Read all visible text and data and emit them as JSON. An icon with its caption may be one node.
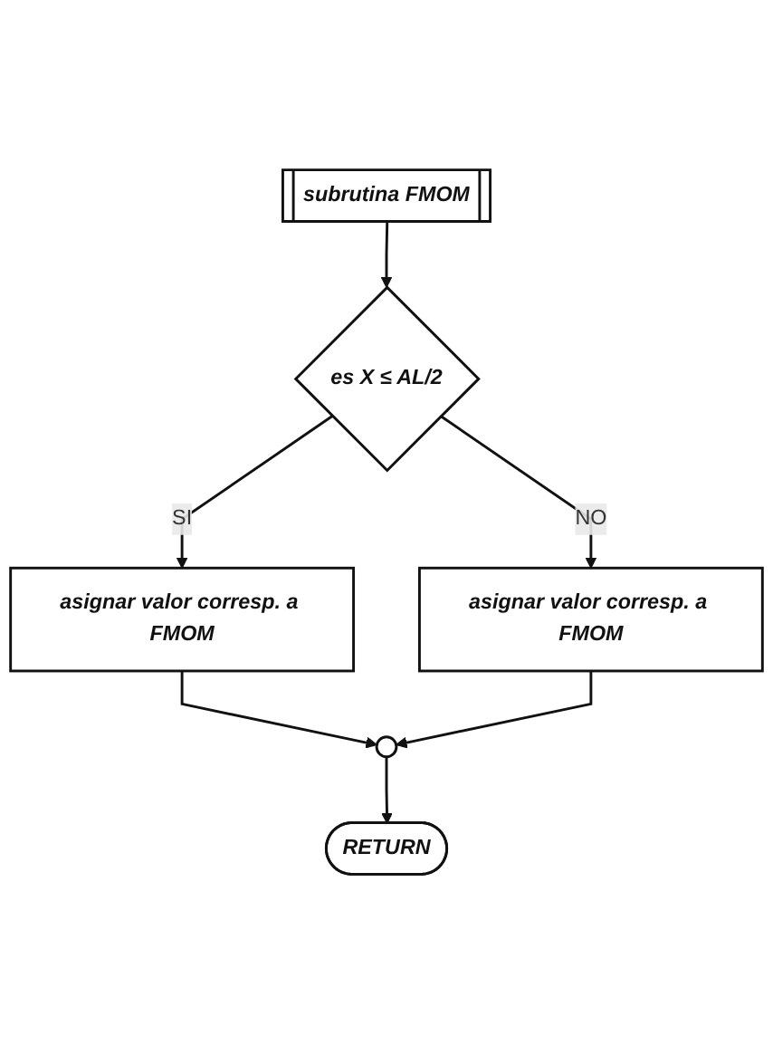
{
  "diagram": {
    "nodes": [
      {
        "text": [
          "subrutina FMOM"
        ]
      },
      {
        "text": [
          "es X ≤ AL/2"
        ]
      },
      {
        "text": [
          "asignar valor corresp. a FMOM"
        ]
      },
      {
        "text": [
          "asignar valor corresp. a FMOM"
        ]
      },
      {
        "text": [],
        "shape": "circle"
      },
      {
        "text": [
          "RETURN"
        ]
      }
    ],
    "edges": [
      {
        "from": 0,
        "to": 1,
        "arrow": "to"
      },
      {
        "from": 1,
        "to": 2,
        "label": "SI",
        "arrow": "to"
      },
      {
        "from": 1,
        "to": 3,
        "label": "NO",
        "arrow": "to"
      },
      {
        "from": 2,
        "to": 4,
        "arrow": "to"
      },
      {
        "from": 3,
        "to": 4,
        "arrow": "to"
      },
      {
        "from": 4,
        "to": 5,
        "arrow": "to"
      }
    ]
  }
}
